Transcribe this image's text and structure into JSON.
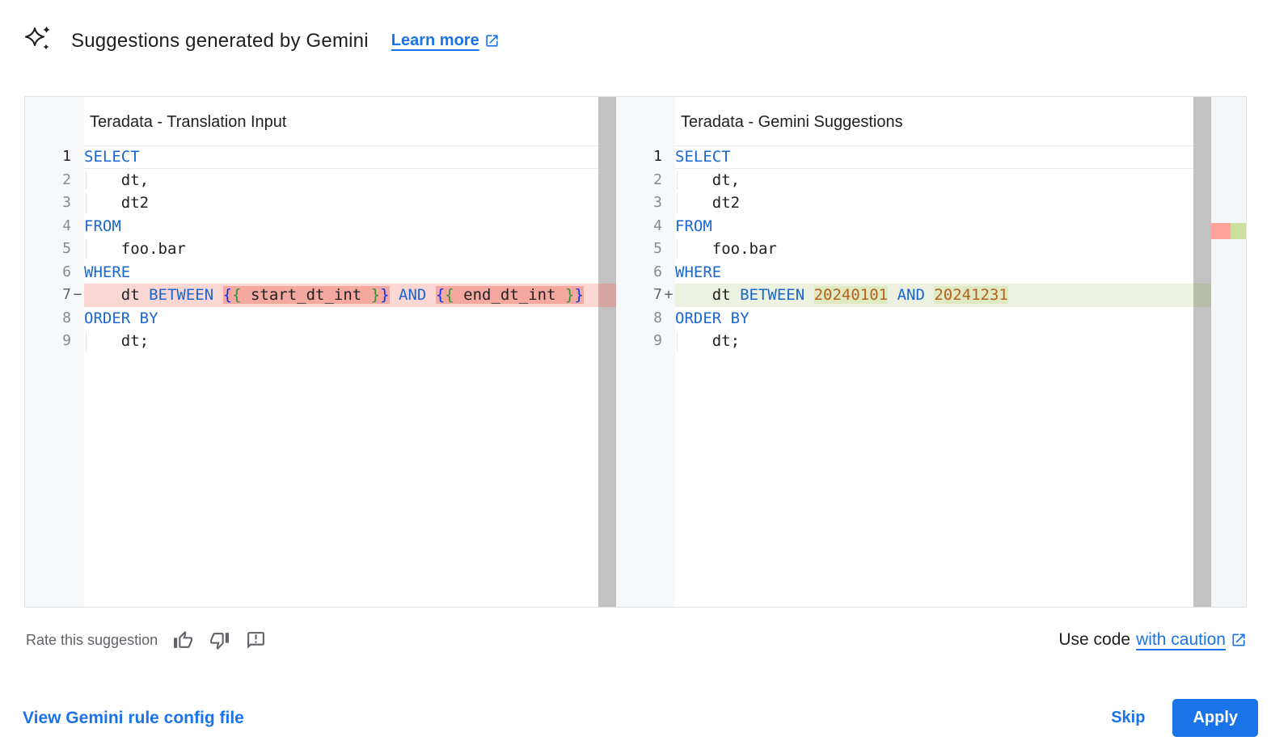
{
  "header": {
    "icon": "gemini-sparkle-icon",
    "title": "Suggestions generated by Gemini",
    "learn_more": "Learn more"
  },
  "colors": {
    "accent_blue": "#1a73e8",
    "keyword_blue": "#1967d2",
    "number_orange": "#b5621d",
    "bracket_blue": "#0433fa",
    "bracket_green": "#319331",
    "diff_removed_line": "#fbd7d4",
    "diff_removed_char": "#f4a8a0",
    "diff_added_line": "#edf1df",
    "diff_added_char": "#dfe9c2",
    "overview_removed": "#ffa29b",
    "overview_added": "#cbdf9f"
  },
  "editors": [
    {
      "title": "Teradata - Translation Input",
      "role": "original",
      "lines": [
        {
          "n": "1",
          "current": true,
          "tokens": [
            [
              "SELECT",
              "kw"
            ]
          ]
        },
        {
          "n": "2",
          "guide": true,
          "tokens": [
            [
              "    dt,",
              ""
            ]
          ]
        },
        {
          "n": "3",
          "guide": true,
          "tokens": [
            [
              "    dt2",
              ""
            ]
          ]
        },
        {
          "n": "4",
          "tokens": [
            [
              "FROM",
              "kw"
            ]
          ]
        },
        {
          "n": "5",
          "guide": true,
          "tokens": [
            [
              "    foo.bar",
              ""
            ]
          ]
        },
        {
          "n": "6",
          "tokens": [
            [
              "WHERE",
              "kw"
            ]
          ]
        },
        {
          "n": "7",
          "sign": "−",
          "diff": "removed",
          "tokens": [
            [
              "    dt ",
              ""
            ],
            [
              "BETWEEN",
              "kw"
            ],
            [
              " ",
              ""
            ],
            [
              "{",
              "brb",
              "h"
            ],
            [
              "{",
              "brg",
              "h"
            ],
            [
              " start_dt_int ",
              "",
              "h"
            ],
            [
              "}",
              "brg",
              "h"
            ],
            [
              "}",
              "brb",
              "h"
            ],
            [
              " ",
              ""
            ],
            [
              "AND",
              "kw"
            ],
            [
              " ",
              ""
            ],
            [
              "{",
              "brb",
              "h"
            ],
            [
              "{",
              "brg",
              "h"
            ],
            [
              " end_dt_int ",
              "",
              "h"
            ],
            [
              "}",
              "brg",
              "h"
            ],
            [
              "}",
              "brb",
              "h"
            ]
          ]
        },
        {
          "n": "8",
          "tokens": [
            [
              "ORDER BY",
              "kw"
            ]
          ]
        },
        {
          "n": "9",
          "guide": true,
          "tokens": [
            [
              "    dt;",
              ""
            ]
          ]
        }
      ]
    },
    {
      "title": "Teradata - Gemini Suggestions",
      "role": "modified",
      "overview_markers": [
        "removed",
        "added"
      ],
      "lines": [
        {
          "n": "1",
          "current": true,
          "tokens": [
            [
              "SELECT",
              "kw"
            ]
          ]
        },
        {
          "n": "2",
          "guide": true,
          "tokens": [
            [
              "    dt,",
              ""
            ]
          ]
        },
        {
          "n": "3",
          "guide": true,
          "tokens": [
            [
              "    dt2",
              ""
            ]
          ]
        },
        {
          "n": "4",
          "tokens": [
            [
              "FROM",
              "kw"
            ]
          ]
        },
        {
          "n": "5",
          "guide": true,
          "tokens": [
            [
              "    foo.bar",
              ""
            ]
          ]
        },
        {
          "n": "6",
          "tokens": [
            [
              "WHERE",
              "kw"
            ]
          ]
        },
        {
          "n": "7",
          "sign": "+",
          "diff": "added",
          "tokens": [
            [
              "    dt ",
              ""
            ],
            [
              "BETWEEN",
              "kw"
            ],
            [
              " ",
              ""
            ],
            [
              "20240101",
              "num",
              "h"
            ],
            [
              " ",
              ""
            ],
            [
              "AND",
              "kw"
            ],
            [
              " ",
              ""
            ],
            [
              "20241231",
              "num",
              "h"
            ]
          ]
        },
        {
          "n": "8",
          "tokens": [
            [
              "ORDER BY",
              "kw"
            ]
          ]
        },
        {
          "n": "9",
          "guide": true,
          "tokens": [
            [
              "    dt;",
              ""
            ]
          ]
        }
      ]
    }
  ],
  "rate": {
    "label": "Rate this suggestion",
    "icons": [
      "thumbs-up-icon",
      "thumbs-down-icon",
      "feedback-icon"
    ]
  },
  "caution": {
    "prefix": "Use code",
    "link": "with caution"
  },
  "footer": {
    "view_config": "View Gemini rule config file",
    "skip": "Skip",
    "apply": "Apply"
  }
}
